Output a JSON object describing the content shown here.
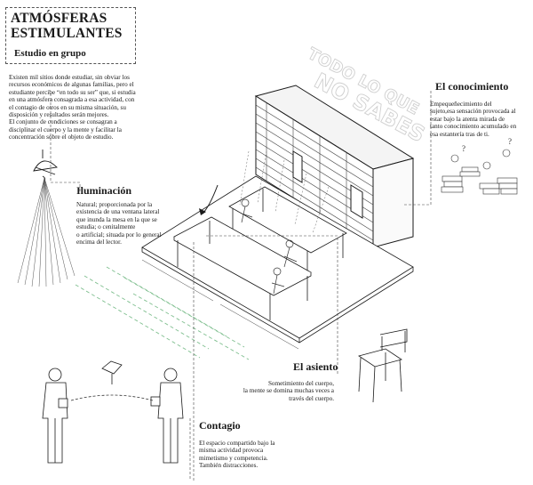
{
  "title": {
    "line1": "ATMÓSFERAS",
    "line2": "ESTIMULANTES",
    "subtitle": "Estudio en grupo"
  },
  "intro": {
    "lines": [
      "Existen mil sitios donde estudiar, sin obviar los",
      "recursos económicos de algunas familias, pero el",
      "estudiante percibe “en todo su ser” que, si estudia",
      "en una atmósfera consagrada a esa actividad, con",
      "el contagio de otros en su misma situación, su",
      "disposición y resultados serán mejores.",
      "El conjunto de condiciones se consagran a",
      "disciplinar el cuerpo y la mente y facilitar la",
      "concentración sobre el objeto de estudio."
    ]
  },
  "iluminacion": {
    "heading": "Iluminación",
    "lines": [
      "Natural; proporcionada por la",
      "existencia de una ventana lateral",
      "que inunda la mesa en la que se",
      "estudia; o  cenitalmente",
      "o artificial; situada por lo general",
      "encima del lector."
    ]
  },
  "conocimiento": {
    "heading": "El conocimiento",
    "lines": [
      "Empequeñecimiento del",
      "sujeto,esa sensación provocada al",
      "estar bajo la atenta mirada de",
      "tanto conocimiento acumulado en",
      "esa estantería tras de ti."
    ]
  },
  "wall_text": {
    "line1": "TODO LO QUE",
    "line2": "NO SABES"
  },
  "asiento": {
    "heading": "El asiento",
    "lines": [
      "Sometimiento del cuerpo,",
      "la mente se domina muchas veces a",
      "través del cuerpo."
    ]
  },
  "contagio": {
    "heading": "Contagio",
    "lines": [
      "El espacio compartido bajo la",
      "misma actividad provoca",
      "mimetismo y competencia.",
      "También distracciones."
    ]
  },
  "colors": {
    "ink": "#1a1a1a",
    "green_dash": "#7fbf8f",
    "light_gray": "#bdbdbd"
  }
}
